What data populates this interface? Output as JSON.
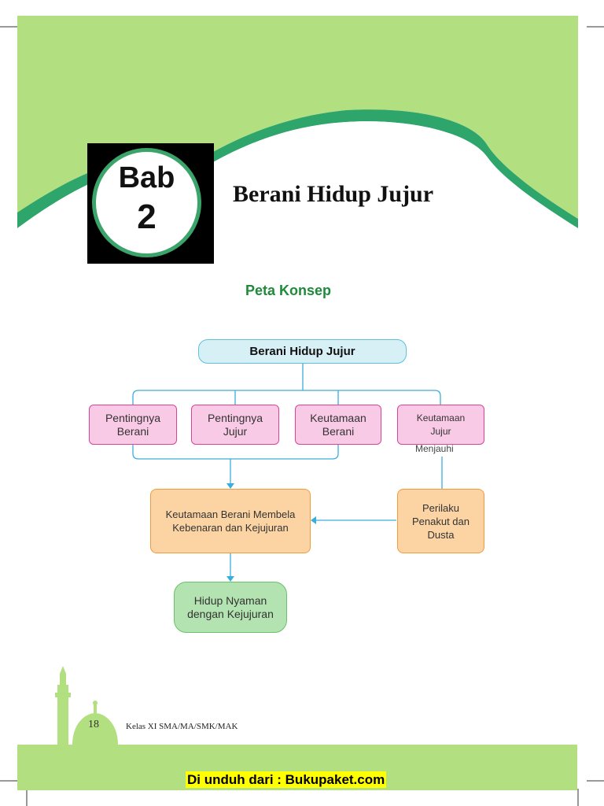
{
  "colors": {
    "light_green": "#b2df80",
    "dark_green": "#2ea56a",
    "heading_green": "#1e8a3a",
    "root_fill": "#d6f0f5",
    "pink_fill": "#f9cae5",
    "orange_fill": "#fcd4a4",
    "green_fill": "#b3e3b0",
    "connector": "#3aaedb",
    "banner_yellow": "#ffff00"
  },
  "chapter": {
    "word": "Bab",
    "number": "2",
    "title": "Berani Hidup Jujur"
  },
  "concept_map": {
    "heading": "Peta Konsep",
    "root": "Berani Hidup Jujur",
    "branches": {
      "pentingnya_berani": [
        "Pentingnya",
        "Berani"
      ],
      "pentingnya_jujur": [
        "Pentingnya",
        "Jujur"
      ],
      "keutamaan_berani": [
        "Keutamaan",
        "Berani"
      ],
      "keutamaan_jujur": [
        "Keutamaan",
        "Jujur"
      ]
    },
    "menjauhi_label": "Menjauhi",
    "keutamaan_membela": [
      "Keutamaan Berani Membela",
      "Kebenaran dan Kejujuran"
    ],
    "perilaku": [
      "Perilaku",
      "Penakut dan",
      "Dusta"
    ],
    "hidup_nyaman": [
      "Hidup Nyaman",
      "dengan Kejujuran"
    ]
  },
  "footer": {
    "page_number": "18",
    "class_label": "Kelas XI SMA/MA/SMK/MAK",
    "download_banner": "Di unduh dari : Bukupaket.com"
  },
  "icons": [
    "mosque-silhouette-icon",
    "arrow-down-icon",
    "arrow-left-icon"
  ]
}
